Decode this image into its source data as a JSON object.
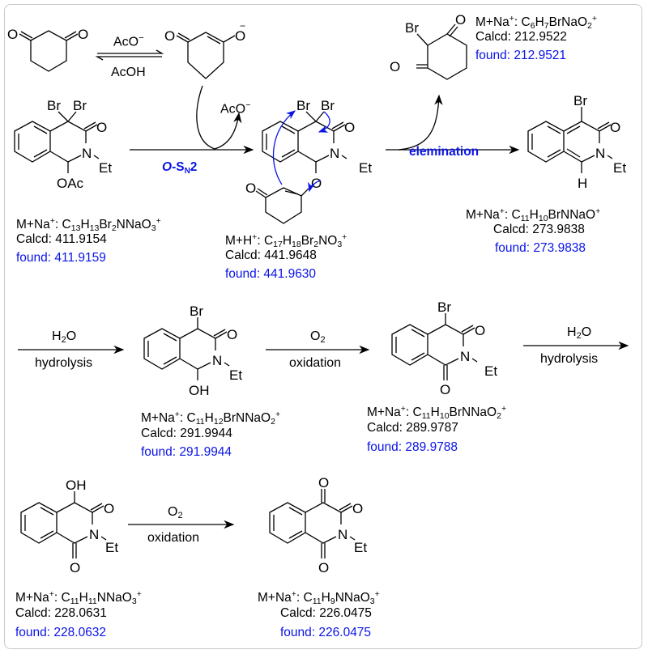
{
  "colors": {
    "accent_blue": "#0a14e6",
    "frame": "#c8c8c8",
    "ink": "#000000"
  },
  "equilibrium": {
    "top": "AcO",
    "top_charge": "−",
    "bottom": "AcOH"
  },
  "step_labels": {
    "osn2_prefix": "O",
    "osn2_main": "-S",
    "osn2_sub": "N",
    "osn2_suffix": "2",
    "elimination": "elemination",
    "acetate_leaving": "AcO",
    "acetate_charge": "−"
  },
  "conditions": [
    {
      "reagent": "H",
      "reagent_sub": "2",
      "reagent_tail": "O",
      "name": "hydrolysis"
    },
    {
      "reagent": "O",
      "reagent_sub": "2",
      "reagent_tail": "",
      "name": "oxidation"
    },
    {
      "reagent": "H",
      "reagent_sub": "2",
      "reagent_tail": "O",
      "name": "hydrolysis"
    },
    {
      "reagent": "O",
      "reagent_sub": "2",
      "reagent_tail": "",
      "name": "oxidation"
    }
  ],
  "atoms": {
    "O": "O",
    "Br": "Br",
    "N": "N",
    "Et": "Et",
    "OAc": "OAc",
    "OH": "OH",
    "H": "H",
    "Ominus": "O",
    "minus": "−"
  },
  "compounds": [
    {
      "id": "dibromo-start",
      "ion": "M+Na",
      "formula_html": "C<sub>13</sub>H<sub>13</sub>Br<sub>2</sub>NNaO<sub>3</sub><sup>+</sup>",
      "calcd_label": "Calcd: 411.9154",
      "found_label": "found: 411.9159"
    },
    {
      "id": "enol-ether-intermediate",
      "ion": "M+H",
      "formula_html": "C<sub>17</sub>H<sub>18</sub>Br<sub>2</sub>NO<sub>3</sub><sup>+</sup>",
      "calcd_label": "Calcd: 441.9648",
      "found_label": "found: 441.9630"
    },
    {
      "id": "bromo-dione",
      "ion": "M+Na",
      "formula_html": "C<sub>6</sub>H<sub>7</sub>BrNaO<sub>2</sub><sup>+</sup>",
      "calcd_label": "Calcd: 212.9522",
      "found_label": "found: 212.9521"
    },
    {
      "id": "bromo-isoquinolinone",
      "ion": "M+Na",
      "formula_html": "C<sub>11</sub>H<sub>10</sub>BrNNaO<sup>+</sup>",
      "calcd_label": "Calcd:  273.9838",
      "found_label": "found: 273.9838"
    },
    {
      "id": "bromo-hydroxy",
      "ion": "M+Na",
      "formula_html": "C<sub>11</sub>H<sub>12</sub>BrNNaO<sub>2</sub><sup>+</sup>",
      "calcd_label": "Calcd: 291.9944",
      "found_label": "found: 291.9944"
    },
    {
      "id": "bromo-dione-imide",
      "ion": "M+Na",
      "formula_html": " C<sub>11</sub>H<sub>10</sub>BrNNaO<sub>2</sub><sup>+</sup>",
      "calcd_label": "Calcd: 289.9787",
      "found_label": "found: 289.9788"
    },
    {
      "id": "hydroxy-dione",
      "ion": "M+Na",
      "formula_html": "C<sub>11</sub>H<sub>11</sub>NNaO<sub>3</sub><sup>+</sup>",
      "calcd_label": "Calcd: 228.0631",
      "found_label": "found: 228.0632"
    },
    {
      "id": "trione-product",
      "ion": "M+Na",
      "formula_html": "C<sub>11</sub>H<sub>9</sub>NNaO<sub>3</sub><sup>+</sup>",
      "calcd_label": "Calcd: 226.0475",
      "found_label": "found: 226.0475"
    }
  ]
}
